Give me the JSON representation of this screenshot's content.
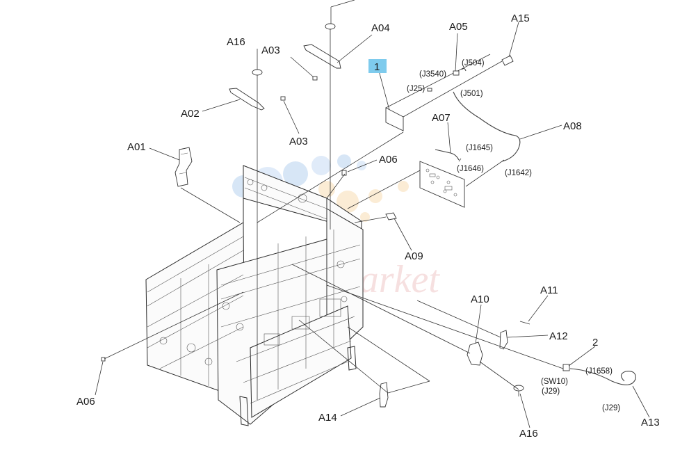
{
  "callouts": {
    "A01": "A01",
    "A02": "A02",
    "A03a": "A03",
    "A03b": "A03",
    "A04": "A04",
    "A05": "A05",
    "A06a": "A06",
    "A06b": "A06",
    "A07": "A07",
    "A08": "A08",
    "A09": "A09",
    "A10": "A10",
    "A11": "A11",
    "A12": "A12",
    "A13": "A13",
    "A14": "A14",
    "A15": "A15",
    "A16a": "A16",
    "A16b": "A16",
    "n1": "1",
    "n2": "2"
  },
  "connectors": {
    "J3540": "(J3540)",
    "J504": "(J504)",
    "J25": "(J25)",
    "J501": "(J501)",
    "J1645": "(J1645)",
    "J1646": "(J1646)",
    "J1642": "(J1642)",
    "J1658": "(J1658)",
    "SW10": "(SW10)",
    "J29a": "(J29)",
    "J29b": "(J29)"
  },
  "colors": {
    "highlight_box": "#7ecbed",
    "line": "#333333",
    "watermark_blue": "#8fb8e8",
    "watermark_orange": "#f5c98a",
    "watermark_text": "#e8a8a8"
  }
}
